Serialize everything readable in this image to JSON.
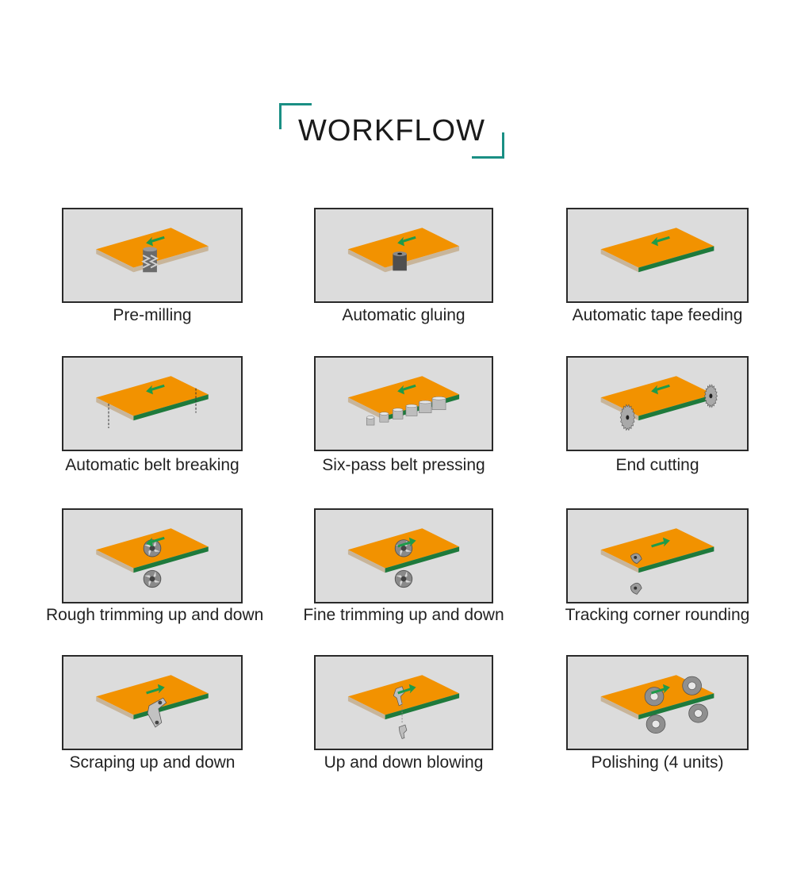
{
  "title": "WORKFLOW",
  "colors": {
    "board": "#f29200",
    "edge": "#1e7a3c",
    "side": "#c8b59a",
    "panel": "#dcdcdc",
    "accent": "#1a8f84",
    "arrow": "#1e9b4a"
  },
  "steps": [
    {
      "label": "Pre-milling",
      "icon": "milling-cutter-icon",
      "tool": "mill",
      "dir": "left",
      "band": false
    },
    {
      "label": "Automatic gluing",
      "icon": "glue-roller-icon",
      "tool": "glue",
      "dir": "left",
      "band": false
    },
    {
      "label": "Automatic tape feeding",
      "icon": "tape-feed-icon",
      "tool": "none",
      "dir": "left",
      "band": true
    },
    {
      "label": "Automatic belt breaking",
      "icon": "belt-break-icon",
      "tool": "break",
      "dir": "left",
      "band": true
    },
    {
      "label": "Six-pass belt pressing",
      "icon": "press-rollers-icon",
      "tool": "press",
      "dir": "left",
      "band": true
    },
    {
      "label": "End cutting",
      "icon": "saw-blade-icon",
      "tool": "saw",
      "dir": "left",
      "band": true
    },
    {
      "label": "Rough trimming up and down",
      "icon": "trimming-cutter-icon",
      "tool": "trim",
      "dir": "left",
      "band": true
    },
    {
      "label": "Fine trimming up and down",
      "icon": "fine-trimming-icon",
      "tool": "trim",
      "dir": "right",
      "band": true
    },
    {
      "label": "Tracking corner rounding",
      "icon": "corner-rounding-icon",
      "tool": "corner",
      "dir": "right",
      "band": true
    },
    {
      "label": "Scraping up and down",
      "icon": "scraper-icon",
      "tool": "scrape",
      "dir": "right",
      "band": true
    },
    {
      "label": "Up and down blowing",
      "icon": "air-blower-icon",
      "tool": "blow",
      "dir": "right",
      "band": true
    },
    {
      "label": "Polishing (4 units)",
      "icon": "polishing-wheel-icon",
      "tool": "polish",
      "dir": "right",
      "band": true
    }
  ]
}
